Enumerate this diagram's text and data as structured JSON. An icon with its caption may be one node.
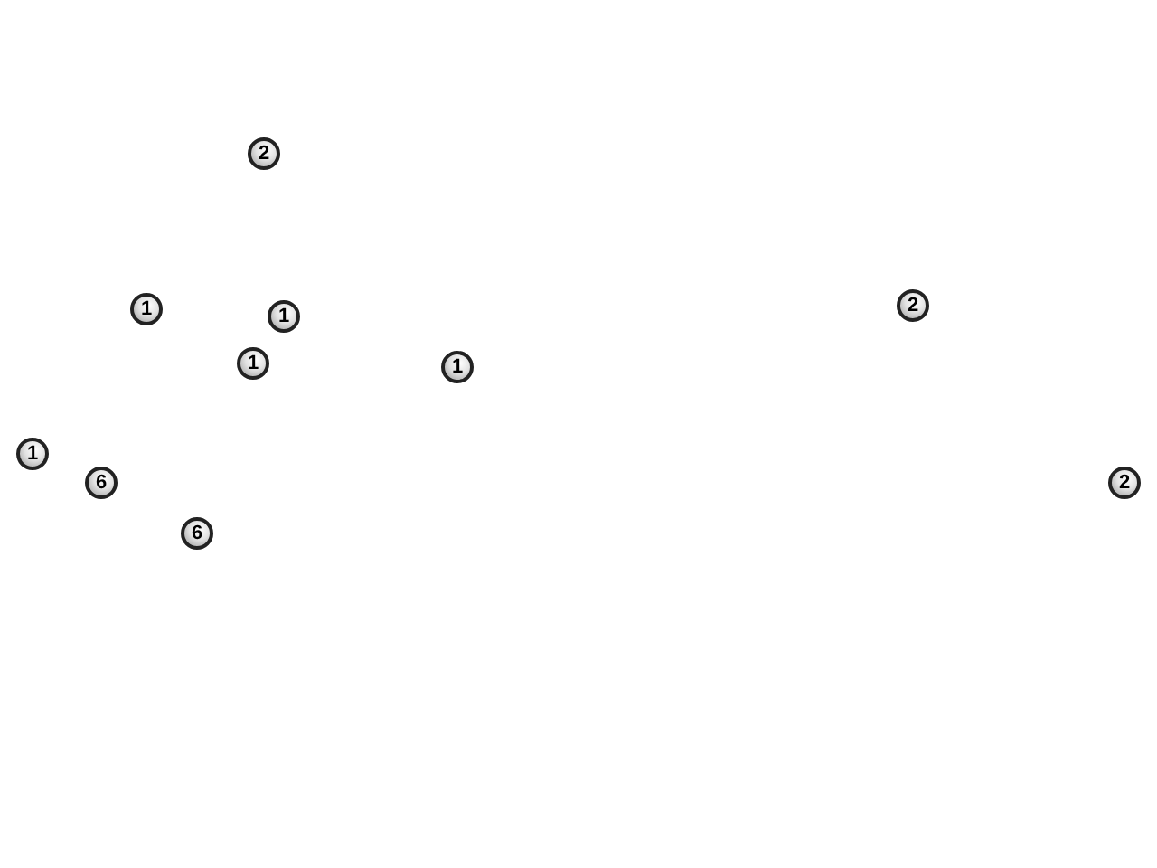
{
  "diagram": {
    "labels": [
      "2",
      "2",
      "1",
      "1",
      "1",
      "1",
      "1",
      "6",
      "2",
      "6"
    ]
  }
}
